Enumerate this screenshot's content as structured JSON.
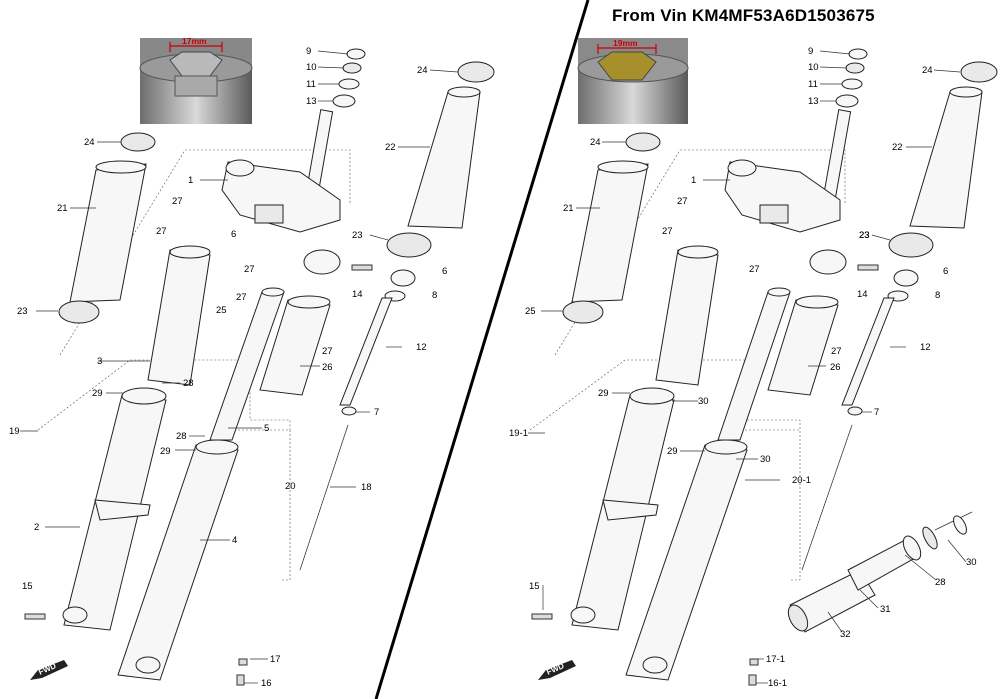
{
  "header": {
    "title": "From Vin KM4MF53A6D1503675"
  },
  "left_panel": {
    "photo_measure": "17mm",
    "fwd_label": "FWD",
    "callouts": [
      "9",
      "10",
      "11",
      "13",
      "24",
      "24",
      "22",
      "21",
      "1",
      "27",
      "27",
      "6",
      "27",
      "27",
      "23",
      "14",
      "6",
      "8",
      "23",
      "25",
      "27",
      "12",
      "3",
      "26",
      "29",
      "28",
      "7",
      "19",
      "28",
      "5",
      "29",
      "20",
      "18",
      "2",
      "4",
      "15",
      "17",
      "16"
    ]
  },
  "right_panel": {
    "photo_measure": "19mm",
    "fwd_label": "FWD",
    "callouts": [
      "9",
      "10",
      "11",
      "13",
      "24",
      "24",
      "22",
      "21",
      "1",
      "27",
      "27",
      "27",
      "23",
      "14",
      "6",
      "8",
      "23",
      "25",
      "27",
      "12",
      "26",
      "29",
      "30",
      "7",
      "19-1",
      "29",
      "30",
      "20-1",
      "15",
      "28",
      "30",
      "31",
      "32",
      "17-1",
      "16-1"
    ]
  }
}
